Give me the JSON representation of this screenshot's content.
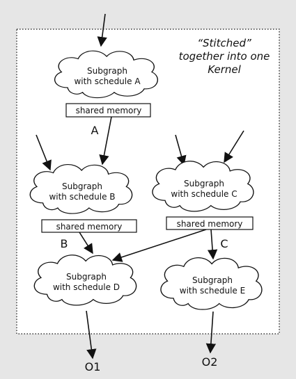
{
  "title_note": {
    "line1": "“Stitched”",
    "line2": "together into one",
    "line3": "Kernel"
  },
  "clouds": {
    "a": {
      "line1": "Subgraph",
      "line2": "with schedule A"
    },
    "b": {
      "line1": "Subgraph",
      "line2": "with schedule B"
    },
    "c": {
      "line1": "Subgraph",
      "line2": "with schedule C"
    },
    "d": {
      "line1": "Subgraph",
      "line2": "with schedule D"
    },
    "e": {
      "line1": "Subgraph",
      "line2": "with schedule E"
    }
  },
  "memory": {
    "a": "shared memory",
    "b": "shared memory",
    "c": "shared memory"
  },
  "edge_labels": {
    "a": "A",
    "b": "B",
    "c": "C"
  },
  "outputs": {
    "o1": "O1",
    "o2": "O2"
  },
  "colors": {
    "background": "#e6e6e6",
    "canvas": "#ffffff",
    "stroke": "#111111"
  }
}
